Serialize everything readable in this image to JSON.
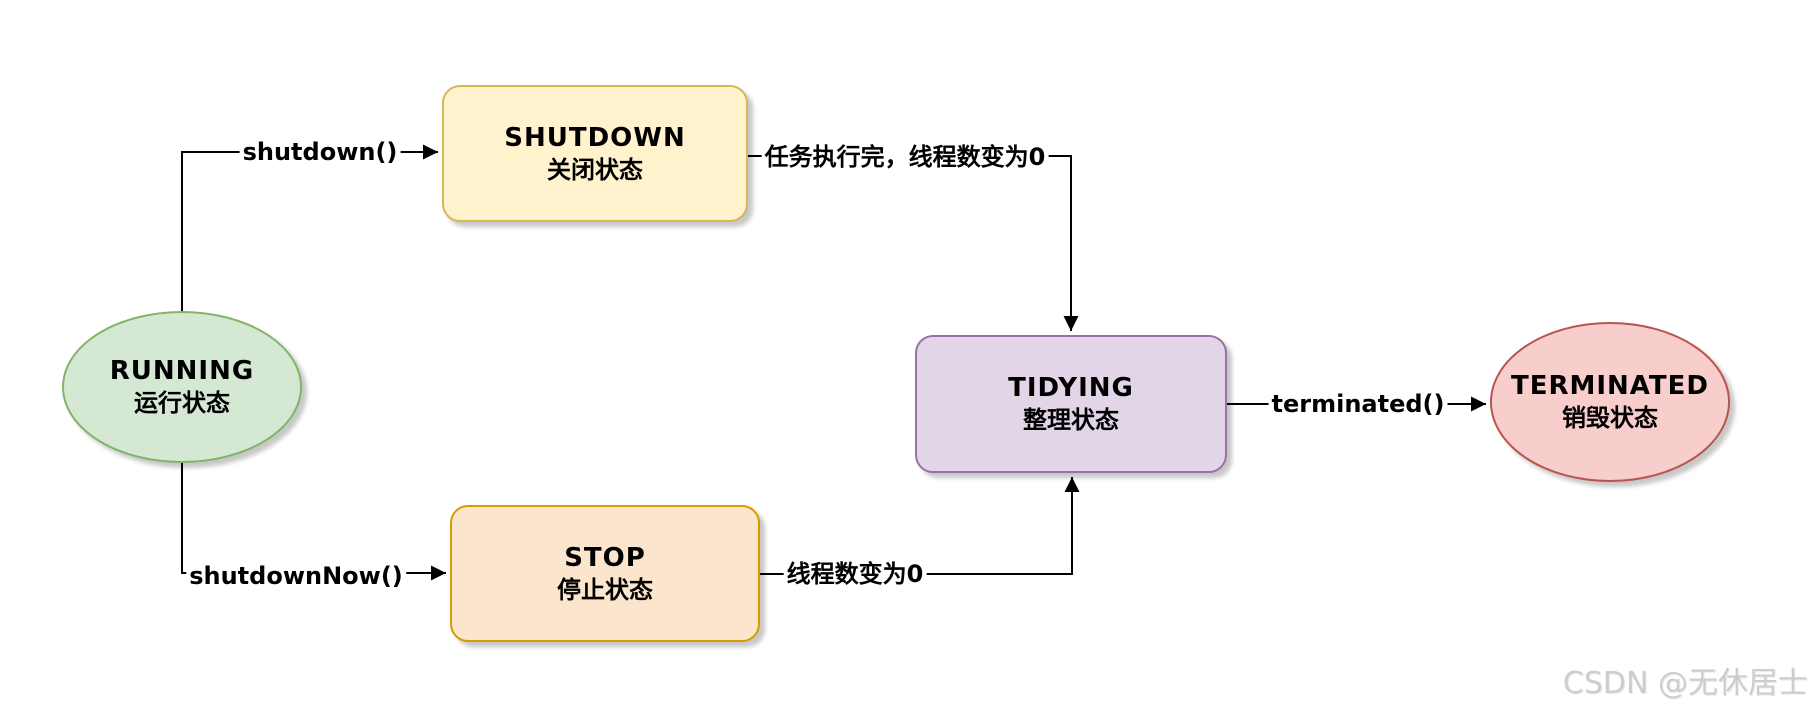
{
  "diagram": {
    "description": "Thread pool state transition diagram",
    "nodes": [
      {
        "id": "running",
        "shape": "ellipse",
        "title": "RUNNING",
        "subtitle": "运行状态",
        "fill": "#d5e8d4",
        "border": "#82b366"
      },
      {
        "id": "shutdown",
        "shape": "rect",
        "title": "SHUTDOWN",
        "subtitle": "关闭状态",
        "fill": "#fff2cc",
        "border": "#d6b656"
      },
      {
        "id": "stop",
        "shape": "rect",
        "title": "STOP",
        "subtitle": "停止状态",
        "fill": "#fce5cd",
        "border": "#d79b00"
      },
      {
        "id": "tidying",
        "shape": "rect",
        "title": "TIDYING",
        "subtitle": "整理状态",
        "fill": "#e1d5e7",
        "border": "#9673a6"
      },
      {
        "id": "terminated",
        "shape": "ellipse",
        "title": "TERMINATED",
        "subtitle": "销毁状态",
        "fill": "#f8cecc",
        "border": "#b85450"
      }
    ],
    "edges": [
      {
        "from": "running",
        "to": "shutdown",
        "label": "shutdown()"
      },
      {
        "from": "shutdown",
        "to": "tidying",
        "label": "任务执行完，线程数变为0"
      },
      {
        "from": "running",
        "to": "stop",
        "label": "shutdownNow()"
      },
      {
        "from": "stop",
        "to": "tidying",
        "label": "线程数变为0"
      },
      {
        "from": "tidying",
        "to": "terminated",
        "label": "terminated()"
      }
    ],
    "line_color": "#000000"
  },
  "watermark": "CSDN @无休居士"
}
